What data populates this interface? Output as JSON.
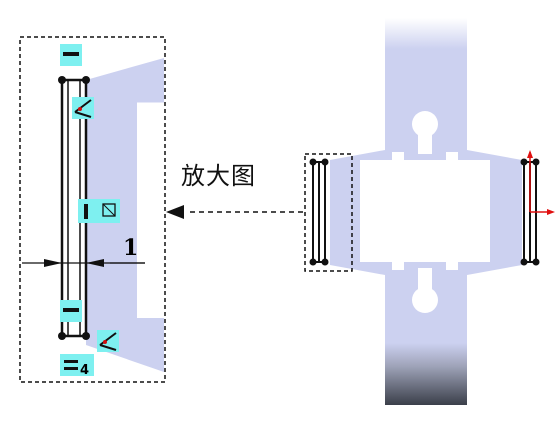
{
  "callout": {
    "label": "放大图"
  },
  "dimension": {
    "value": "1"
  },
  "constraints": {
    "bottom_badge_suffix": "4"
  },
  "colors": {
    "part_fill": "#ccd1f0",
    "part_top": "#ffffff",
    "part_bottom": "#3b3f4a",
    "sketch_line": "#111111",
    "badge": "#7ef0f0",
    "origin_axis": "#e01010"
  },
  "icons": [
    "horizontal-constraint-icon",
    "coincident-icon",
    "fix-icon",
    "dimension-arrow-icon"
  ]
}
